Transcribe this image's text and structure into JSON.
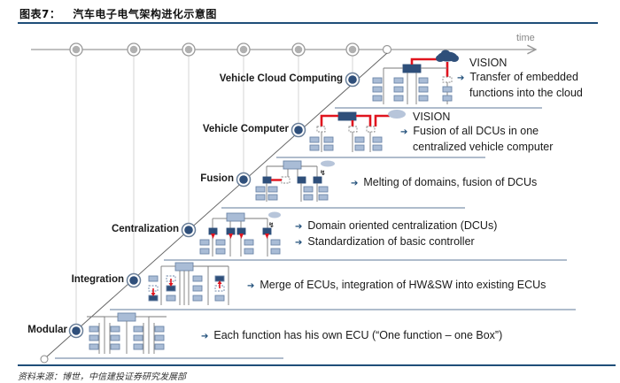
{
  "header": {
    "figure_number": "图表7：",
    "title": "汽车电子电气架构进化示意图"
  },
  "timeline": {
    "axis_label": "time"
  },
  "stages": [
    {
      "name": "Modular",
      "lines": [
        "Each function has his own ECU (“One function – one Box”)"
      ],
      "vision": null
    },
    {
      "name": "Integration",
      "lines": [
        "Merge of ECUs, integration of HW&SW into existing ECUs"
      ],
      "vision": null
    },
    {
      "name": "Centralization",
      "lines": [
        "Domain oriented centralization (DCUs)",
        "Standardization of basic controller"
      ],
      "vision": null
    },
    {
      "name": "Fusion",
      "lines": [
        "Melting of domains, fusion of DCUs"
      ],
      "vision": null
    },
    {
      "name": "Vehicle Computer",
      "vision": "VISION",
      "lines": [
        "Fusion of all DCUs in one",
        "centralized vehicle computer"
      ]
    },
    {
      "name": "Vehicle Cloud Computing",
      "vision": "VISION",
      "lines": [
        "Transfer of embedded",
        "functions into  the cloud"
      ]
    }
  ],
  "colors": {
    "accent_dark": "#2f4f7a",
    "box_light": "#a9bcd6",
    "link_red": "#e0141e",
    "rule": "#1f4e79",
    "cloud_light": "#b7c5da"
  },
  "footer": {
    "source": "资料来源：博世，中信建投证券研究发展部"
  }
}
